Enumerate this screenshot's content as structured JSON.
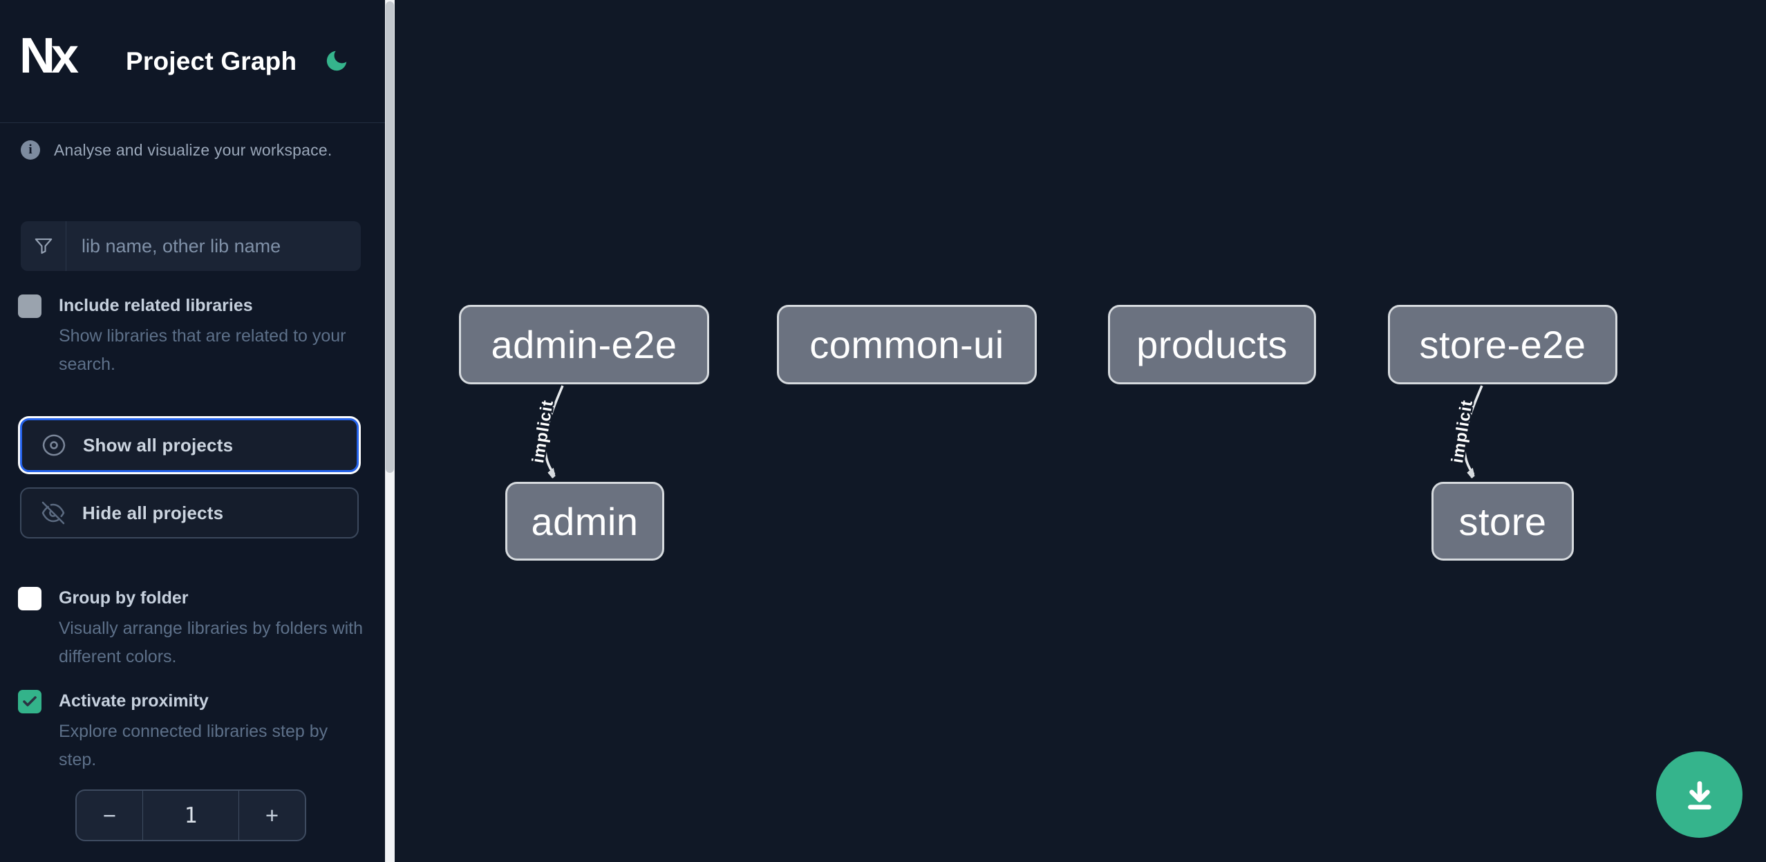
{
  "header": {
    "logo": "Nx",
    "title": "Project Graph"
  },
  "sidebar": {
    "info_text": "Analyse and visualize your workspace.",
    "search_placeholder": "lib name, other lib name",
    "include_related": {
      "label": "Include related libraries",
      "description": "Show libraries that are related to your search.",
      "checked": false
    },
    "show_all_label": "Show all projects",
    "hide_all_label": "Hide all projects",
    "group_by_folder": {
      "label": "Group by folder",
      "description": "Visually arrange libraries by folders with different colors.",
      "checked": false
    },
    "activate_proximity": {
      "label": "Activate proximity",
      "description": "Explore connected libraries step by step.",
      "checked": true
    },
    "proximity_counter": {
      "decrement": "−",
      "value": "1",
      "increment": "+"
    }
  },
  "graph": {
    "nodes": [
      {
        "id": "admin-e2e",
        "label": "admin-e2e"
      },
      {
        "id": "common-ui",
        "label": "common-ui"
      },
      {
        "id": "products",
        "label": "products"
      },
      {
        "id": "store-e2e",
        "label": "store-e2e"
      },
      {
        "id": "admin",
        "label": "admin"
      },
      {
        "id": "store",
        "label": "store"
      }
    ],
    "edges": [
      {
        "from": "admin-e2e",
        "to": "admin",
        "label": "implicit"
      },
      {
        "from": "store-e2e",
        "to": "store",
        "label": "implicit"
      }
    ]
  },
  "colors": {
    "accent_green": "#35b48c",
    "focus_blue": "#2563eb",
    "node_fill": "#6b7280",
    "sidebar_bg": "#0f1726",
    "canvas_bg": "#101826"
  }
}
